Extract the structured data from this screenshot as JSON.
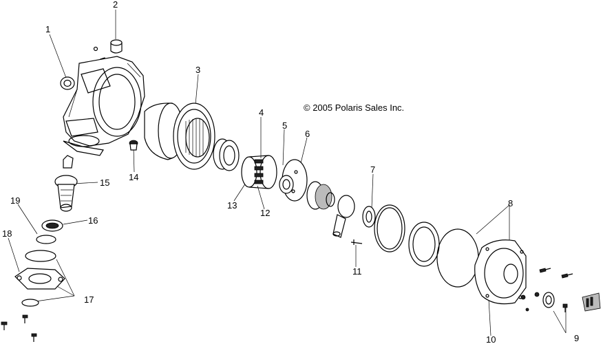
{
  "copyright": "© 2005 Polaris Sales Inc.",
  "callouts": {
    "c1": "1",
    "c2": "2",
    "c3": "3",
    "c4": "4",
    "c5": "5",
    "c6": "6",
    "c7": "7",
    "c8": "8",
    "c9": "9",
    "c10": "10",
    "c11": "11",
    "c12": "12",
    "c13": "13",
    "c14": "14",
    "c15": "15",
    "c16": "16",
    "c17": "17",
    "c18": "18",
    "c19": "19"
  }
}
